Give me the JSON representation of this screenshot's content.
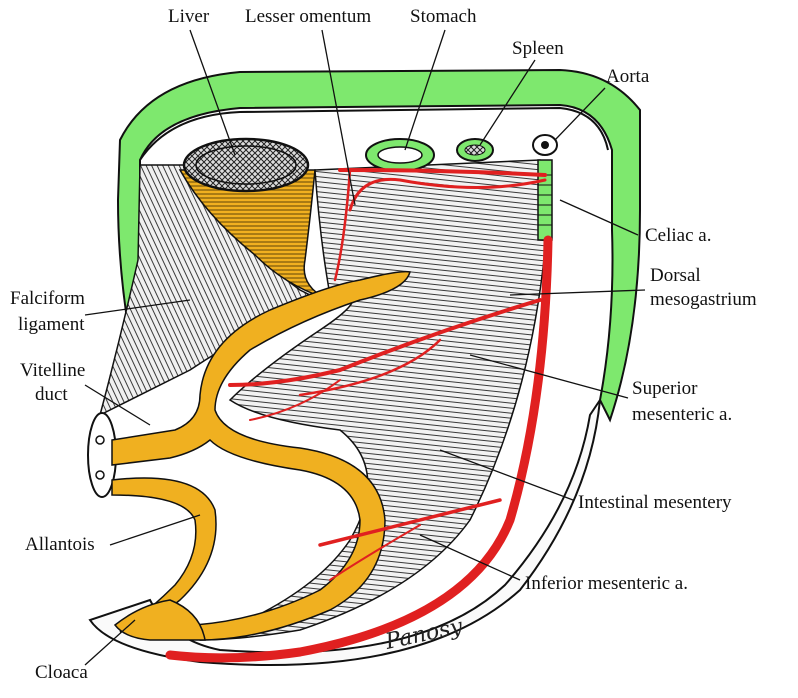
{
  "labels": {
    "liver": "Liver",
    "lesser_omentum": "Lesser omentum",
    "stomach": "Stomach",
    "spleen": "Spleen",
    "aorta": "Aorta",
    "celiac": "Celiac a.",
    "dorsal_1": "Dorsal",
    "dorsal_2": "mesogastrium",
    "falciform_1": "Falciform",
    "falciform_2": "ligament",
    "vitelline_1": "Vitelline",
    "vitelline_2": "duct",
    "superior_1": "Superior",
    "superior_2": "mesenteric a.",
    "intestinal": "Intestinal mesentery",
    "allantois": "Allantois",
    "inferior": "Inferior mesenteric a.",
    "cloaca": "Cloaca"
  },
  "signature": "Panosy",
  "colors": {
    "body_wall": "#7ee86e",
    "artery": "#e02020",
    "gut": "#f0b020",
    "mesentery_line": "#444444",
    "outline": "#111111"
  }
}
